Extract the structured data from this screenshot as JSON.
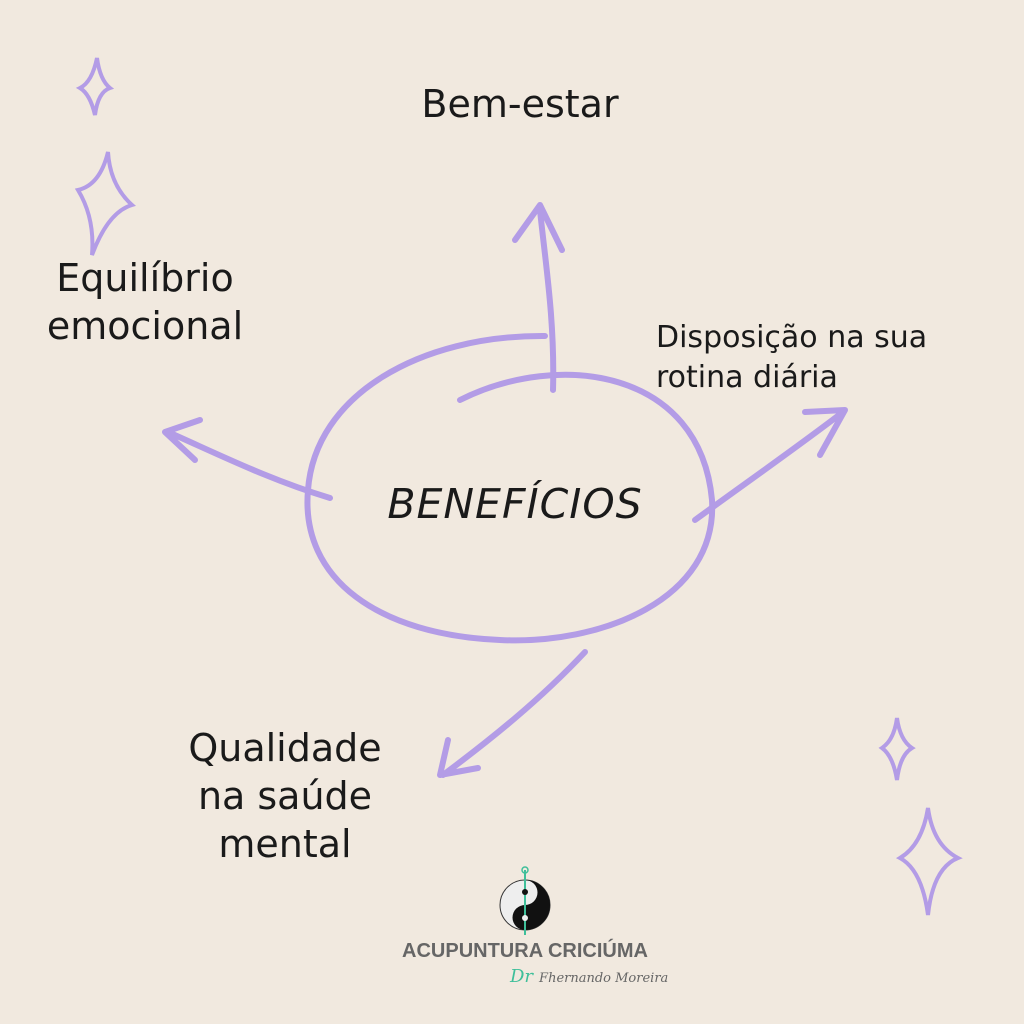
{
  "center": {
    "label": "BENEFÍCIOS"
  },
  "benefits": [
    {
      "lines": [
        "Bem-estar"
      ]
    },
    {
      "lines": [
        "Equilíbrio",
        "emocional"
      ]
    },
    {
      "lines": [
        "Disposição na sua",
        "rotina diária"
      ]
    },
    {
      "lines": [
        "Qualidade",
        "na saúde",
        "mental"
      ]
    }
  ],
  "logo": {
    "brand": "ACUPUNTURA CRICIÚMA",
    "signature_prefix": "Dr",
    "signature": "Fhernando Moreira"
  },
  "colors": {
    "background": "#f1e9df",
    "accent": "#b39ce6",
    "logo_green": "#3fbf9a"
  }
}
